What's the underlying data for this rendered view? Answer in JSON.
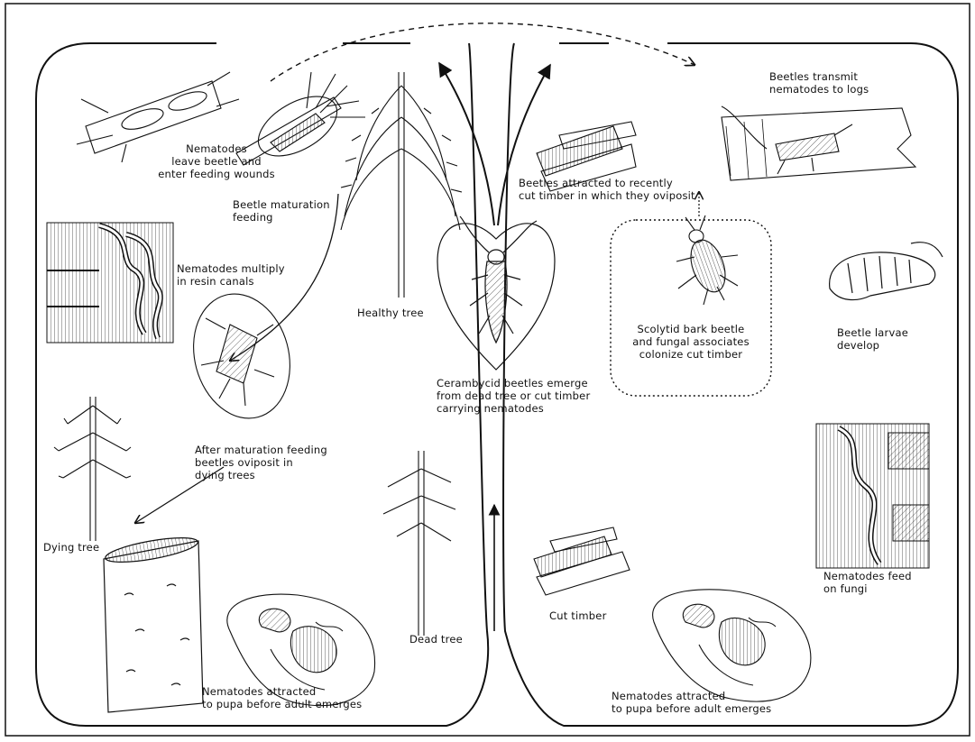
{
  "labels": {
    "nematodes_leave": "Nematodes\nleave beetle and\nenter feeding wounds",
    "beetle_maturation": "Beetle maturation\nfeeding",
    "beetles_attracted": "Beetles attracted to recently\ncut timber in which they oviposit",
    "beetles_transmit": "Beetles transmit\nnematodes to logs",
    "nematodes_multiply": "Nematodes multiply\nin resin canals",
    "healthy_tree": "Healthy tree",
    "scolytid": "Scolytid bark beetle\nand fungal associates\ncolonize cut timber",
    "beetle_larvae": "Beetle larvae\ndevelop",
    "cerambycid": "Cerambycid beetles emerge\nfrom dead tree or cut timber\ncarrying nematodes",
    "after_maturation": "After maturation feeding\nbeetles oviposit in\ndying trees",
    "dying_tree": "Dying tree",
    "dead_tree": "Dead tree",
    "cut_timber": "Cut timber",
    "nematodes_feed": "Nematodes feed\non fungi",
    "nematodes_pupa_left": "Nematodes attracted\nto pupa before adult emerges",
    "nematodes_pupa_right": "Nematodes attracted\nto pupa before adult emerges"
  },
  "colors": {
    "ink": "#111111",
    "paper": "#ffffff"
  }
}
